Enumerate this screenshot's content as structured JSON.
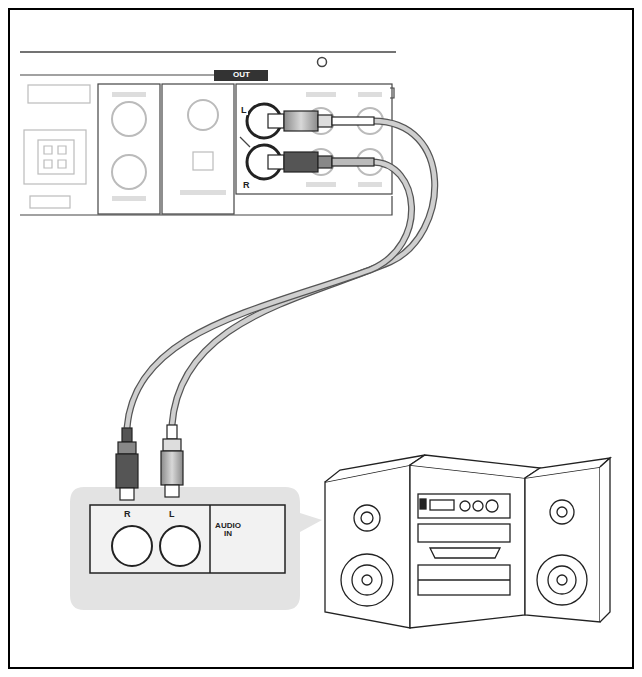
{
  "diagram": {
    "labels": [
      "OUT",
      "L",
      "R",
      "R",
      "L",
      "AUDIO IN"
    ]
  }
}
